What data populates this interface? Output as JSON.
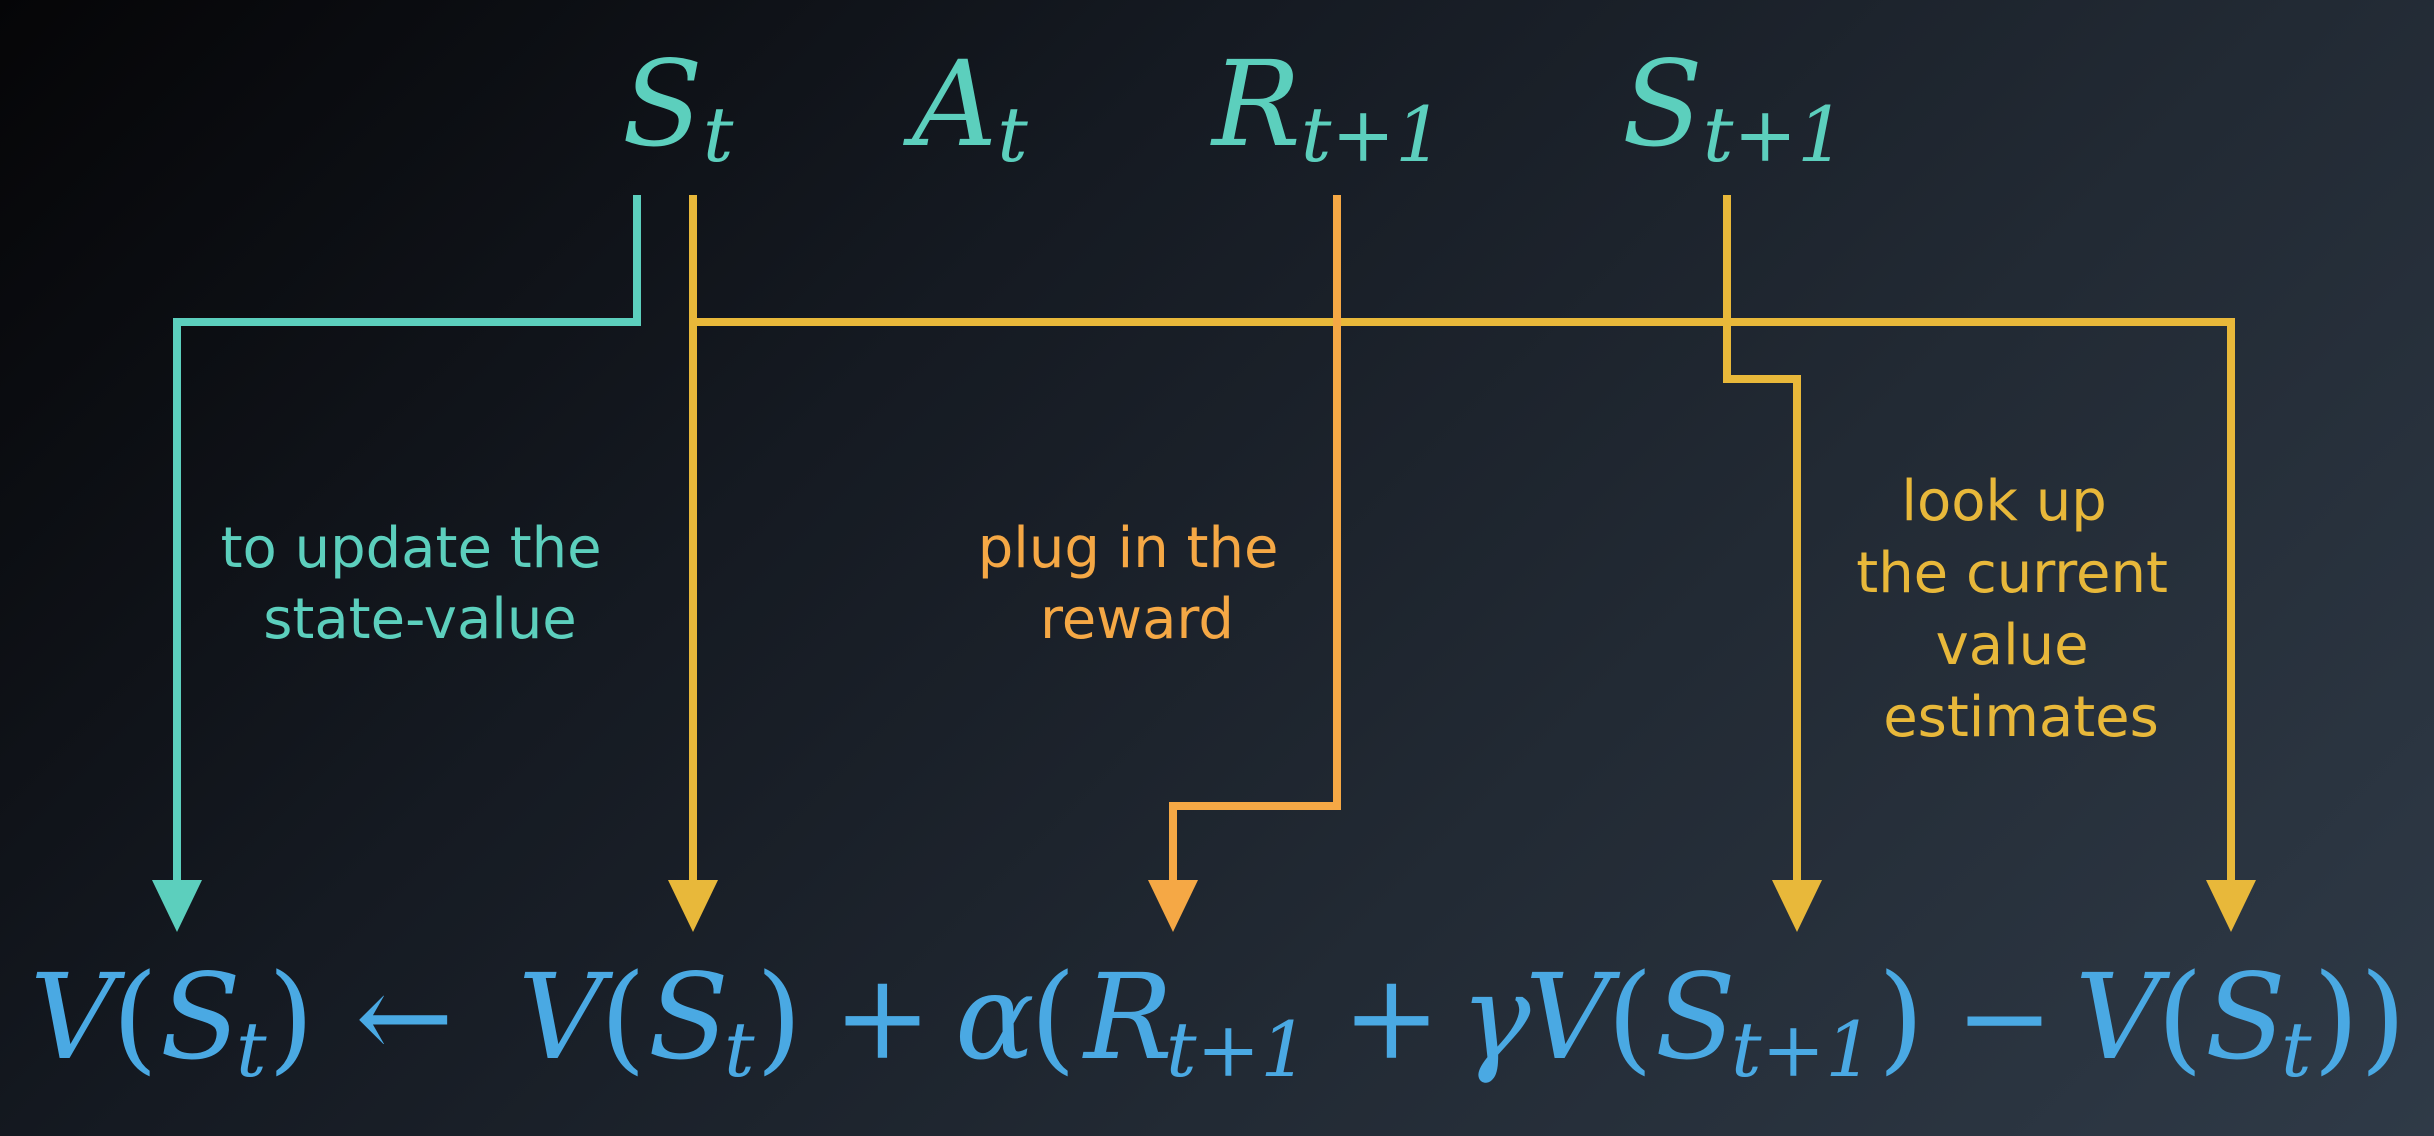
{
  "colors": {
    "teal": "#5ccfbd",
    "gold": "#e8b83a",
    "orange": "#f5a845",
    "blue": "#4aa9e3"
  },
  "top_symbols": [
    {
      "base": "S",
      "sub": "t"
    },
    {
      "base": "A",
      "sub": "t"
    },
    {
      "base": "R",
      "sub": "t+1"
    },
    {
      "base": "S",
      "sub": "t+1"
    }
  ],
  "annotations": {
    "teal_label": [
      "to update the",
      "state-value"
    ],
    "orange_label": [
      "plug in the",
      "reward"
    ],
    "gold_label": [
      "look up",
      "the current",
      "value",
      "estimates"
    ]
  },
  "equation": {
    "v": "V",
    "open": "(",
    "close": ")",
    "s": "S",
    "sub_t": "t",
    "sub_t1": "t+1",
    "arrow": "←",
    "plus": "+",
    "minus": "−",
    "alpha": "α",
    "r": "R",
    "gamma": "γ"
  }
}
